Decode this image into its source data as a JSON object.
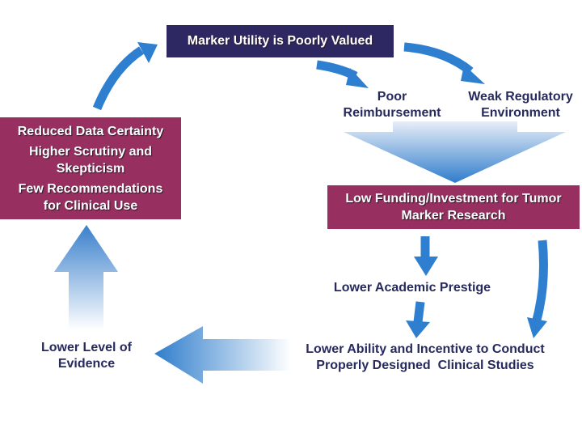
{
  "diagram": {
    "title_box": {
      "text": "Marker Utility is Poorly Valued"
    },
    "poor_reimbursement": {
      "lines": [
        "Poor",
        "Reimbursement"
      ]
    },
    "weak_regulatory": {
      "lines": [
        "Weak Regulatory",
        "Environment"
      ]
    },
    "low_funding_box": {
      "lines": [
        "Low Funding/Investment for Tumor",
        "Marker Research"
      ]
    },
    "lower_prestige": {
      "text": "Lower Academic Prestige"
    },
    "lower_ability": {
      "lines": [
        "Lower Ability and Incentive to Conduct",
        "Properly Designed  Clinical Studies"
      ]
    },
    "lower_evidence": {
      "lines": [
        "Lower Level of",
        "Evidence"
      ]
    },
    "consequences_box": {
      "items": [
        {
          "lines": [
            "Reduced Data Certainty"
          ]
        },
        {
          "lines": [
            "Higher Scrutiny and",
            "Skepticism"
          ]
        },
        {
          "lines": [
            "Few Recommendations",
            "for Clinical Use"
          ]
        }
      ]
    },
    "colors": {
      "navy_box": "#2e2862",
      "plum_box": "#973060",
      "arrow_blue": "#2f7fd0",
      "text_navy": "#272a5c"
    }
  }
}
